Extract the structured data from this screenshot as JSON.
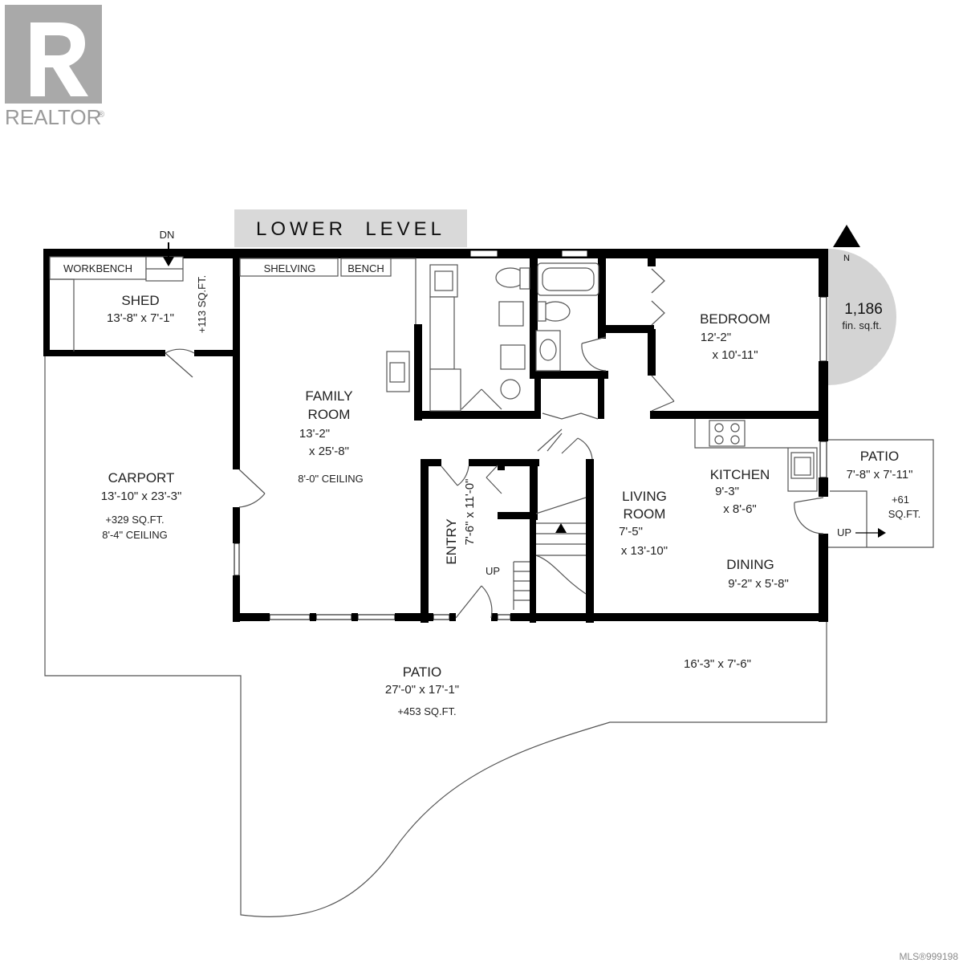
{
  "logo": {
    "text": "REALTOR",
    "mark": "®"
  },
  "title": "LOWER  LEVEL",
  "compass": {
    "north": "N",
    "area_value": "1,186",
    "area_unit": "fin. sq.ft."
  },
  "mls": "MLS®999198",
  "stairs": {
    "dn": "DN",
    "up_entry": "UP",
    "up_patio": "UP"
  },
  "rooms": {
    "workbench": "WORKBENCH",
    "shelving": "SHELVING",
    "bench": "BENCH",
    "shed": {
      "name": "SHED",
      "dims": "13'-8\" x 7'-1\"",
      "area": "+113 SQ.FT."
    },
    "carport": {
      "name": "CARPORT",
      "dims": "13'-10\" x 23'-3\"",
      "area": "+329 SQ.FT.",
      "ceiling": "8'-4\" CEILING"
    },
    "family": {
      "name1": "FAMILY",
      "name2": "ROOM",
      "dim1": "13'-2\"",
      "dim2": "x 25'-8\"",
      "ceiling": "8'-0\" CEILING"
    },
    "bedroom": {
      "name": "BEDROOM",
      "dim1": "12'-2\"",
      "dim2": "x 10'-11\""
    },
    "kitchen": {
      "name": "KITCHEN",
      "dim1": "9'-3\"",
      "dim2": "x 8'-6\""
    },
    "living": {
      "name1": "LIVING",
      "name2": "ROOM",
      "dim1": "7'-5\"",
      "dim2": "x 13'-10\""
    },
    "dining": {
      "name": "DINING",
      "dims": "9'-2\" x 5'-8\""
    },
    "entry": {
      "name": "ENTRY",
      "dims": "7'-6\" x 11'-0\""
    },
    "patio_side": {
      "name": "PATIO",
      "dims": "7'-8\" x 7'-11\"",
      "area1": "+61",
      "area2": "SQ.FT."
    },
    "patio_main": {
      "name": "PATIO",
      "dims": "27'-0\" x 17'-1\"",
      "area": "+453 SQ.FT.",
      "dims2": "16'-3\" x 7'-6\""
    }
  }
}
